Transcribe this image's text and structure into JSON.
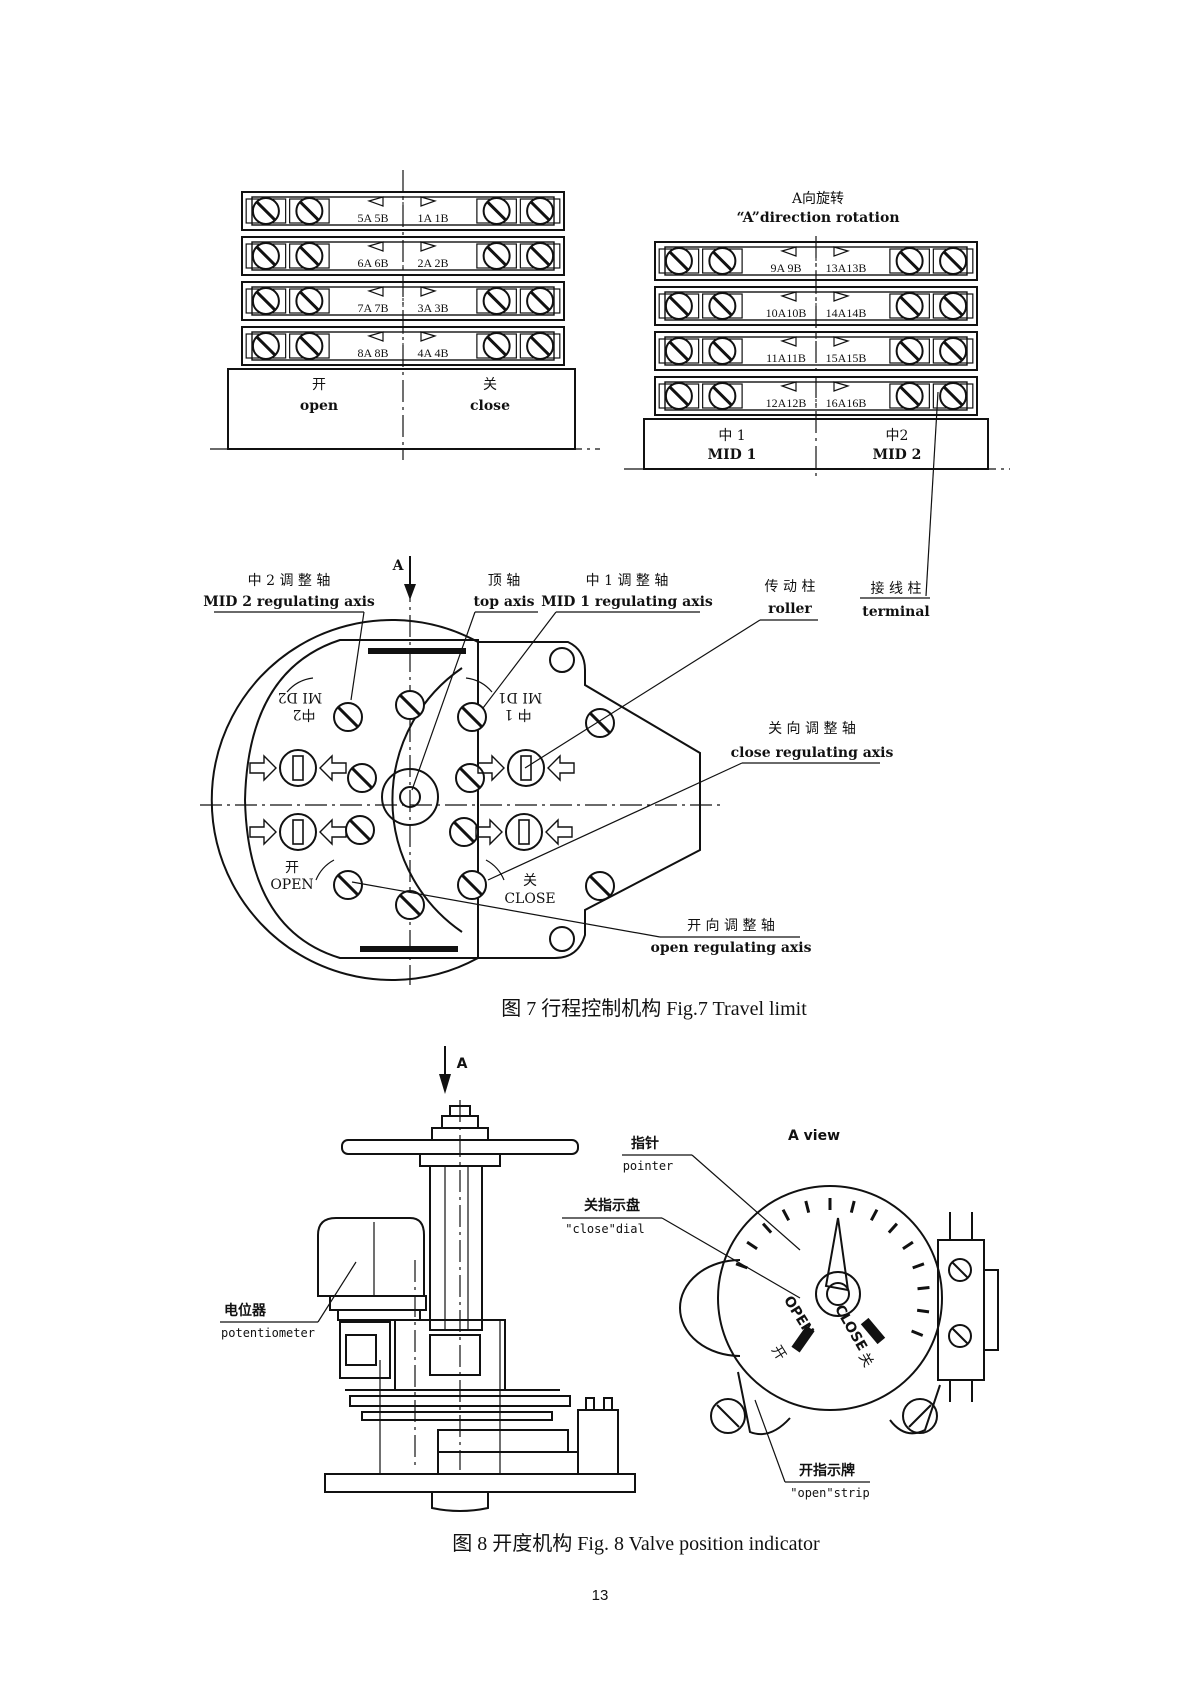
{
  "fig7": {
    "caption": "图 7  行程控制机构    Fig.7 Travel limit",
    "left_block": {
      "rows": [
        {
          "left": "5A 5B",
          "right": "1A 1B"
        },
        {
          "left": "6A 6B",
          "right": "2A 2B"
        },
        {
          "left": "7A 7B",
          "right": "3A 3B"
        },
        {
          "left": "8A 8B",
          "right": "4A 4B"
        }
      ],
      "base_left_cn": "开",
      "base_left_en": "open",
      "base_right_cn": "关",
      "base_right_en": "close"
    },
    "right_block": {
      "title_cn": "A向旋转",
      "title_en": "“A”direction rotation",
      "rows": [
        {
          "left": "9A 9B",
          "right": "13A13B"
        },
        {
          "left": "10A10B",
          "right": "14A14B"
        },
        {
          "left": "11A11B",
          "right": "15A15B"
        },
        {
          "left": "12A12B",
          "right": "16A16B"
        }
      ],
      "base_left_cn": "中 1",
      "base_left_en": "MID 1",
      "base_right_cn": "中2",
      "base_right_en": "MID 2"
    },
    "labels": {
      "mid2_cn": "中 2 调 整 轴",
      "mid2_en": "MID 2 regulating axis",
      "a_arrow": "A",
      "top_cn": "顶 轴",
      "top_en": "top axis",
      "mid1_cn": "中 1 调 整 轴",
      "mid1_en": "MID 1 regulating axis",
      "roller_cn": "传 动 柱",
      "roller_en": "roller",
      "terminal_cn": "接 线 柱",
      "terminal_en": "terminal",
      "close_cn": "关 向 调 整 轴",
      "close_en": "close regulating axis",
      "open_cn": "开 向 调 整 轴",
      "open_en": "open regulating axis",
      "plate_open_cn": "开",
      "plate_open_en": "OPEN",
      "plate_close_cn": "关",
      "plate_close_en": "CLOSE",
      "plate_mid1_cn": "中 1",
      "plate_mid1_en": "MI D1",
      "plate_mid2_cn": "中2",
      "plate_mid2_en": "MI D2"
    }
  },
  "fig8": {
    "caption": "图 8  开度机构       Fig. 8 Valve position indicator",
    "labels": {
      "a_arrow": "A",
      "a_view": "A  view",
      "pointer_cn": "指针",
      "pointer_en": "pointer",
      "close_dial_cn": "关指示盘",
      "close_dial_en": "\"close\"dial",
      "pot_cn": "电位器",
      "pot_en": "potentiometer",
      "open_strip_cn": "开指示牌",
      "open_strip_en": "\"open\"strip",
      "dial_open_en": "OPEN",
      "dial_open_cn": "开",
      "dial_close_en": "CLOSE",
      "dial_close_cn": "关"
    }
  },
  "page_number": "13"
}
